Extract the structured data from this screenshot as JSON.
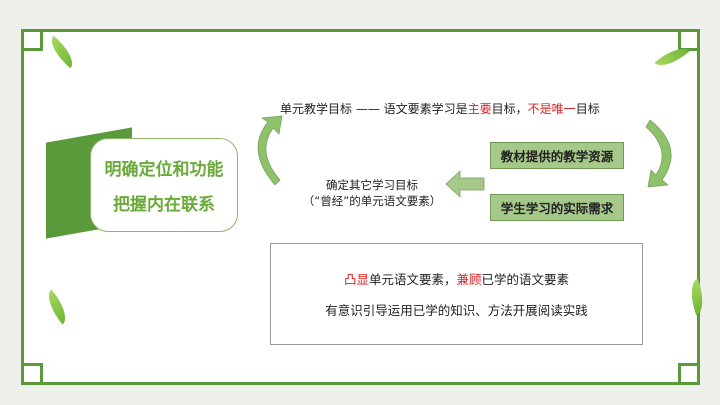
{
  "left_box": {
    "line1": "明确定位和功能",
    "line2": "把握内在联系"
  },
  "top_line": {
    "part1": "单元教学目标 —— 语文要素学习是",
    "red1": "主要",
    "part2": "目标，",
    "red2": "不是唯一",
    "part3": "目标"
  },
  "green_boxes": [
    "教材提供的教学资源",
    "学生学习的实际需求"
  ],
  "middle": {
    "line1": "确定其它学习目标",
    "line2": "（“曾经”的单元语文要素）"
  },
  "bottom": {
    "red1": "凸显",
    "part1": "单元语文要素，",
    "red2": "兼顾",
    "part2": "已学的语文要素",
    "line2": "有意识引导运用已学的知识、方法开展阅读实践"
  },
  "colors": {
    "green": "#5a9a3a",
    "light_green": "#a6c98a",
    "red": "#e02020"
  }
}
